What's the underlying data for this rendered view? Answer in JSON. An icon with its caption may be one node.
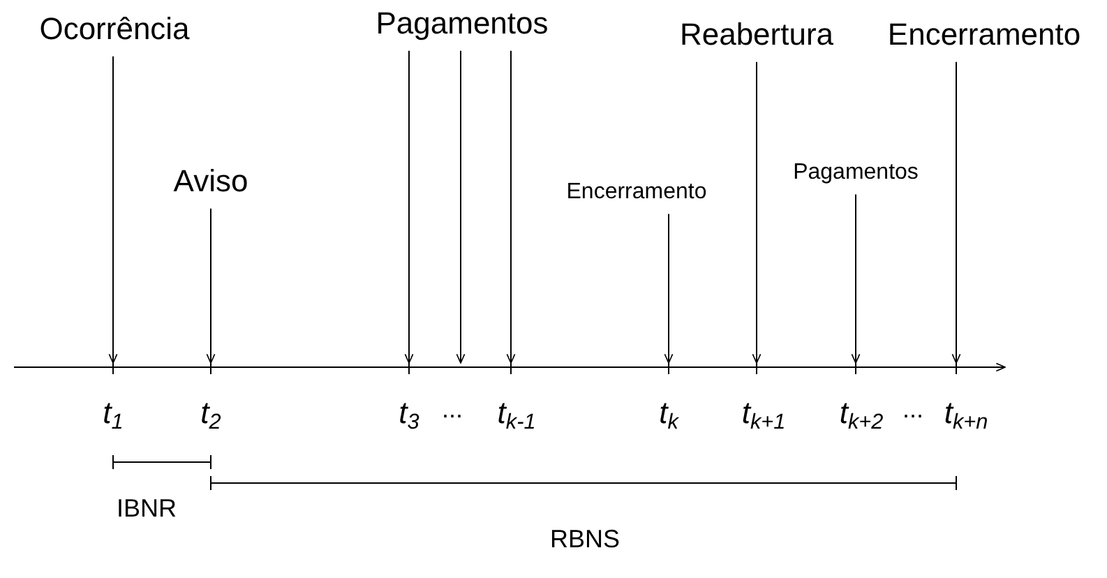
{
  "diagram": {
    "nodes": [
      {
        "text": [
          "Ocorrência"
        ]
      },
      {
        "text": [
          "Aviso"
        ]
      },
      {
        "text": [
          "Pagamentos"
        ]
      },
      {
        "text": [
          "Encerramento"
        ]
      },
      {
        "text": [
          "Reabertura"
        ]
      },
      {
        "text": [
          "Pagamentos"
        ]
      },
      {
        "text": [
          "Encerramento"
        ]
      }
    ],
    "edges": [
      {
        "from": 0,
        "to": null,
        "arrow": "to"
      },
      {
        "from": 1,
        "to": null,
        "arrow": "to"
      },
      {
        "from": 2,
        "to": null,
        "arrow": "to"
      },
      {
        "from": 2,
        "to": null,
        "arrow": "to"
      },
      {
        "from": 2,
        "to": null,
        "arrow": "to"
      },
      {
        "from": 3,
        "to": null,
        "arrow": "to"
      },
      {
        "from": 4,
        "to": null,
        "arrow": "to"
      },
      {
        "from": 5,
        "to": null,
        "arrow": "to"
      },
      {
        "from": 6,
        "to": null,
        "arrow": "to"
      }
    ],
    "labels": [
      "t$_{1}$",
      "t$_{2}$",
      "t$_{3}$",
      "...",
      "t$_{k-1}$",
      "t$_{k}$",
      "t$_{k+1}$",
      "t$_{k+2}$",
      "...",
      "t$_{k+n}$",
      "IBNR",
      "RBNS"
    ]
  }
}
